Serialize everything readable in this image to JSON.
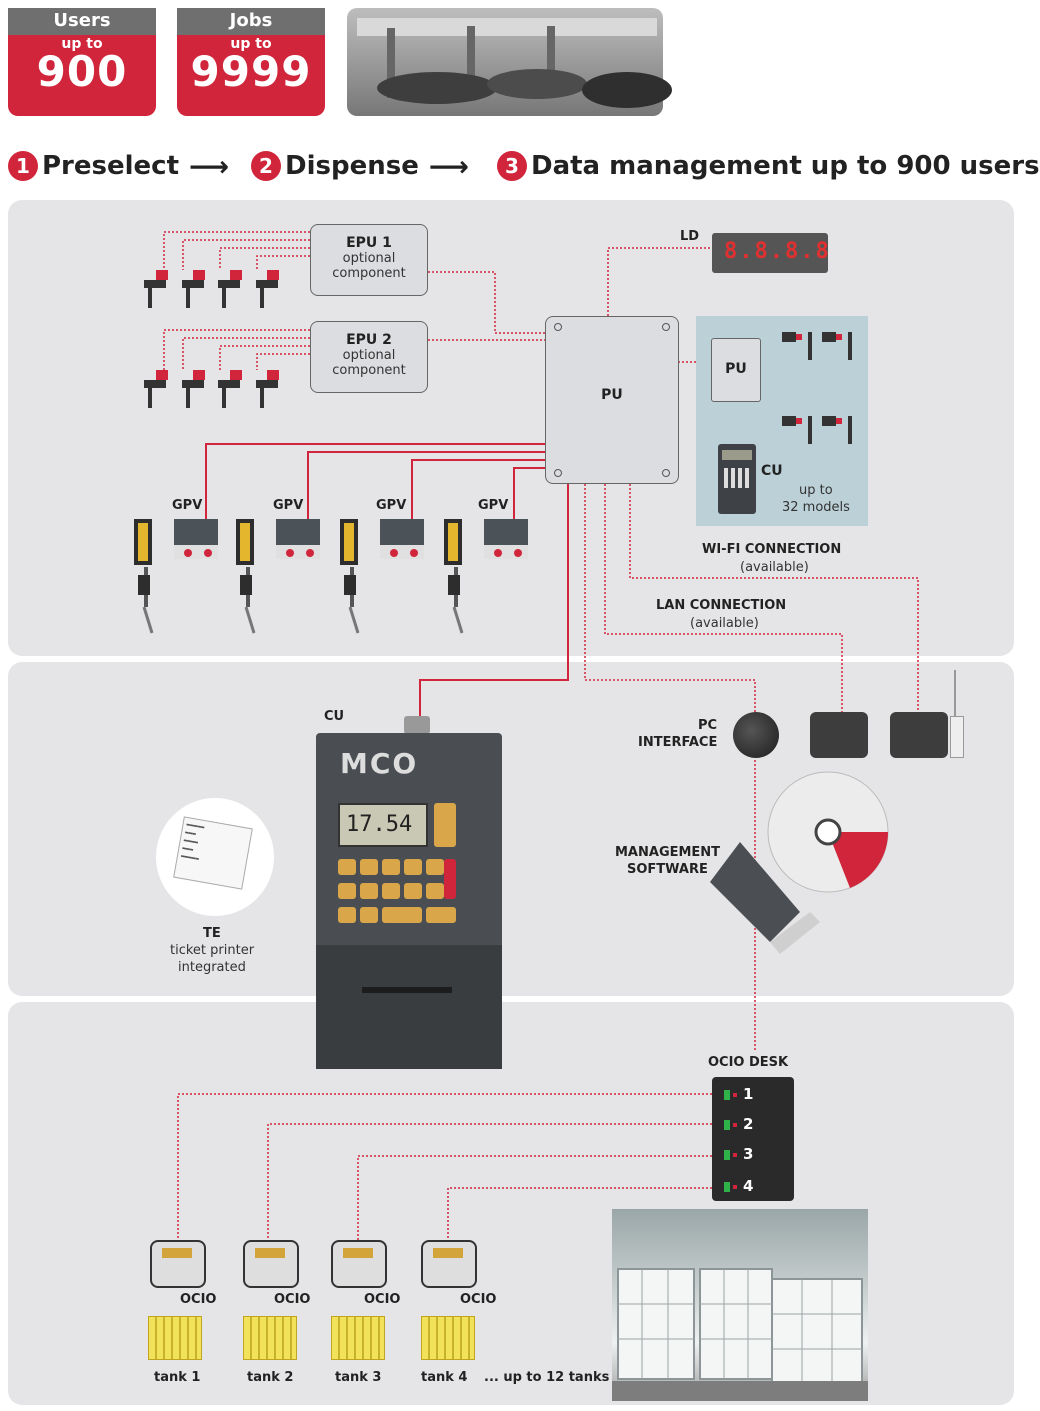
{
  "badges": [
    {
      "title": "Users",
      "sub": "up to",
      "value": "900"
    },
    {
      "title": "Jobs",
      "sub": "up to",
      "value": "9999"
    }
  ],
  "steps": [
    {
      "num": "1",
      "label": "Preselect"
    },
    {
      "num": "2",
      "label": "Dispense"
    },
    {
      "num": "3",
      "label": "Data management up to 900 users"
    }
  ],
  "colors": {
    "accent": "#d0253a",
    "panel": "#e5e5e7",
    "network_panel": "#bcd0d8"
  },
  "epu1": {
    "name": "EPU 1",
    "line1": "optional",
    "line2": "component"
  },
  "epu2": {
    "name": "EPU 2",
    "line1": "optional",
    "line2": "component"
  },
  "pu_main": "PU",
  "ld": {
    "label": "LD",
    "display": "8.8.8.8"
  },
  "network": {
    "pu": "PU",
    "cu": "CU",
    "models1": "up to",
    "models2": "32 models"
  },
  "gpv": [
    "GPV",
    "GPV",
    "GPV",
    "GPV"
  ],
  "wifi": {
    "title": "WI-FI CONNECTION",
    "sub": "(available)"
  },
  "lan": {
    "title": "LAN CONNECTION",
    "sub": "(available)"
  },
  "cu_label": "CU",
  "cu_device": {
    "brand": "MCO",
    "display": "17.54"
  },
  "te": {
    "title": "TE",
    "line1": "ticket printer",
    "line2": "integrated"
  },
  "pc_interface": {
    "line1": "PC",
    "line2": "INTERFACE"
  },
  "management": {
    "line1": "MANAGEMENT",
    "line2": "SOFTWARE"
  },
  "ocio_desk": {
    "title": "OCIO   DESK",
    "rows": [
      "1",
      "2",
      "3",
      "4"
    ]
  },
  "ocio_units": [
    "OCIO",
    "OCIO",
    "OCIO",
    "OCIO"
  ],
  "tanks": [
    "tank 1",
    "tank 2",
    "tank 3",
    "tank 4"
  ],
  "tanks_more": "... up to 12 tanks"
}
